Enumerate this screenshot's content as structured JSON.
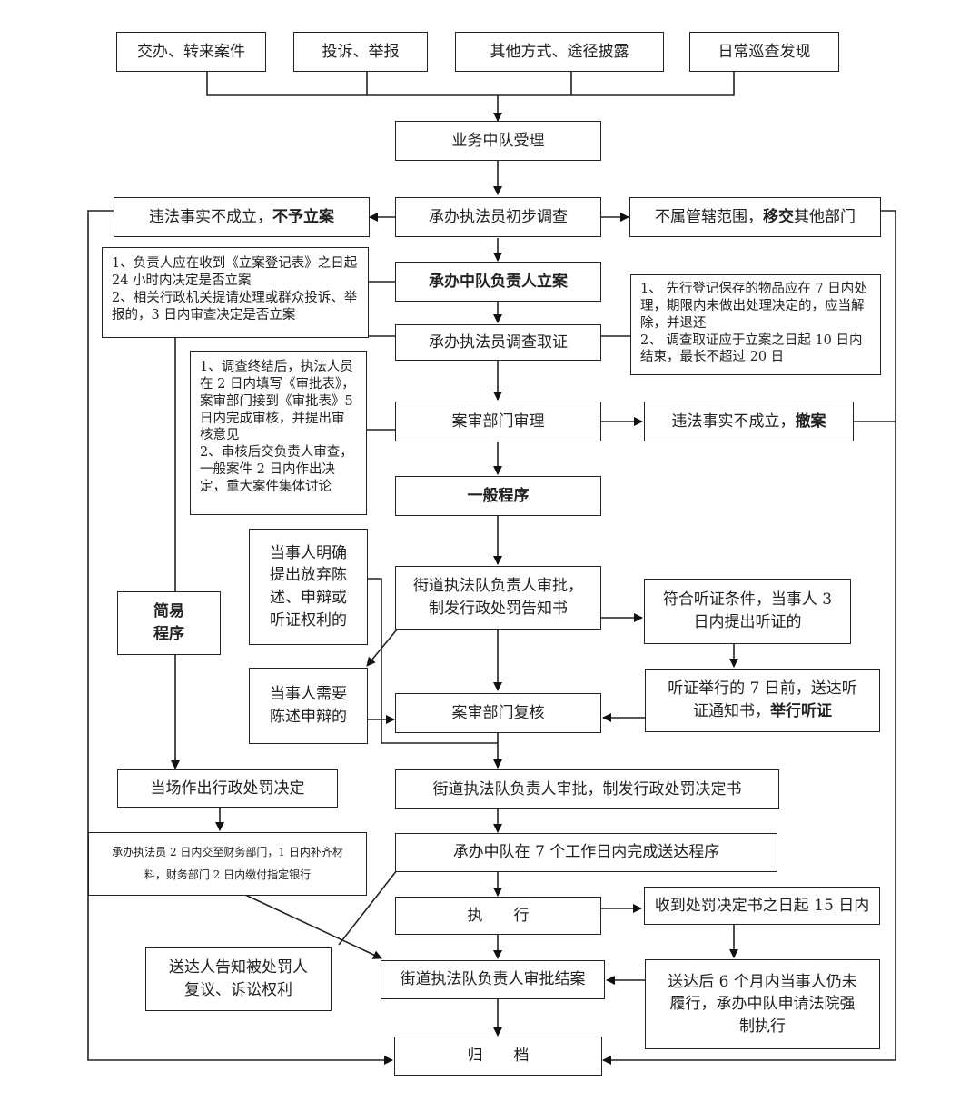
{
  "diagram": {
    "sources": [
      {
        "id": "src1",
        "label": "交办、转来案件"
      },
      {
        "id": "src2",
        "label": "投诉、举报"
      },
      {
        "id": "src3",
        "label": "其他方式、途径披露"
      },
      {
        "id": "src4",
        "label": "日常巡查发现"
      }
    ],
    "nodes": {
      "accept": "业务中队受理",
      "prelim": "承办执法员初步调查",
      "no_case": {
        "text": "违法事实不成立，",
        "bold": "不予立案"
      },
      "transfer": {
        "text": "不属管辖范围，",
        "bold": "移交",
        "text2": "其他部门"
      },
      "register": "承办中队负责人立案",
      "register_note": "1、负责人应在收到《立案登记表》之日起 24 小时内决定是否立案\n2、相关行政机关提请处理或群众投诉、举报的，3 日内审查决定是否立案",
      "investigate": "承办执法员调查取证",
      "investigate_note": "1、  先行登记保存的物品应在 7 日内处理，期限内未做出处理决定的，应当解除，并退还\n2、  调查取证应于立案之日起 10 日内结束，最长不超过 20 日",
      "review": "案审部门审理",
      "review_note": "1、调查终结后，执法人员在 2 日内填写《审批表》，案审部门接到《审批表》5 日内完成审核，并提出审核意见\n2、审核后交负责人审查，一般案件 2 日内作出决定，重大案件集体讨论",
      "withdraw": {
        "text": "违法事实不成立，",
        "bold": "撤案"
      },
      "general": "一般程序",
      "simple": "简易\n程序",
      "notice": "街道执法队负责人审批，\n制发行政处罚告知书",
      "waive": "当事人明确\n提出放弃陈\n述、申辩或\n听证权利的",
      "defend": "当事人需要\n陈述申辩的",
      "hearing_cond": "符合听证条件，当事人 3\n日内提出听证的",
      "hearing": {
        "text": "听证举行的 7 日前，送达听\n证通知书，",
        "bold": "举行听证"
      },
      "recheck": "案审部门复核",
      "decision": "街道执法队负责人审批，制发行政处罚决定书",
      "onsite": "当场作出行政处罚决定",
      "payment_note": "承办执法员 2 日内交至财务部门，1 日内补齐材\n料，财务部门 2 日内缴付指定银行",
      "deliver": "承办中队在 7 个工作日内完成送达程序",
      "execute": "执　　行",
      "within15": "收到处罚决定书之日起 15 日内",
      "inform_rights": "送达人告知被处罚人\n复议、诉讼权利",
      "close": "街道执法队负责人审批结案",
      "enforce": "送达后 6 个月内当事人仍未\n履行，承办中队申请法院强\n制执行",
      "archive": "归　　档"
    }
  }
}
